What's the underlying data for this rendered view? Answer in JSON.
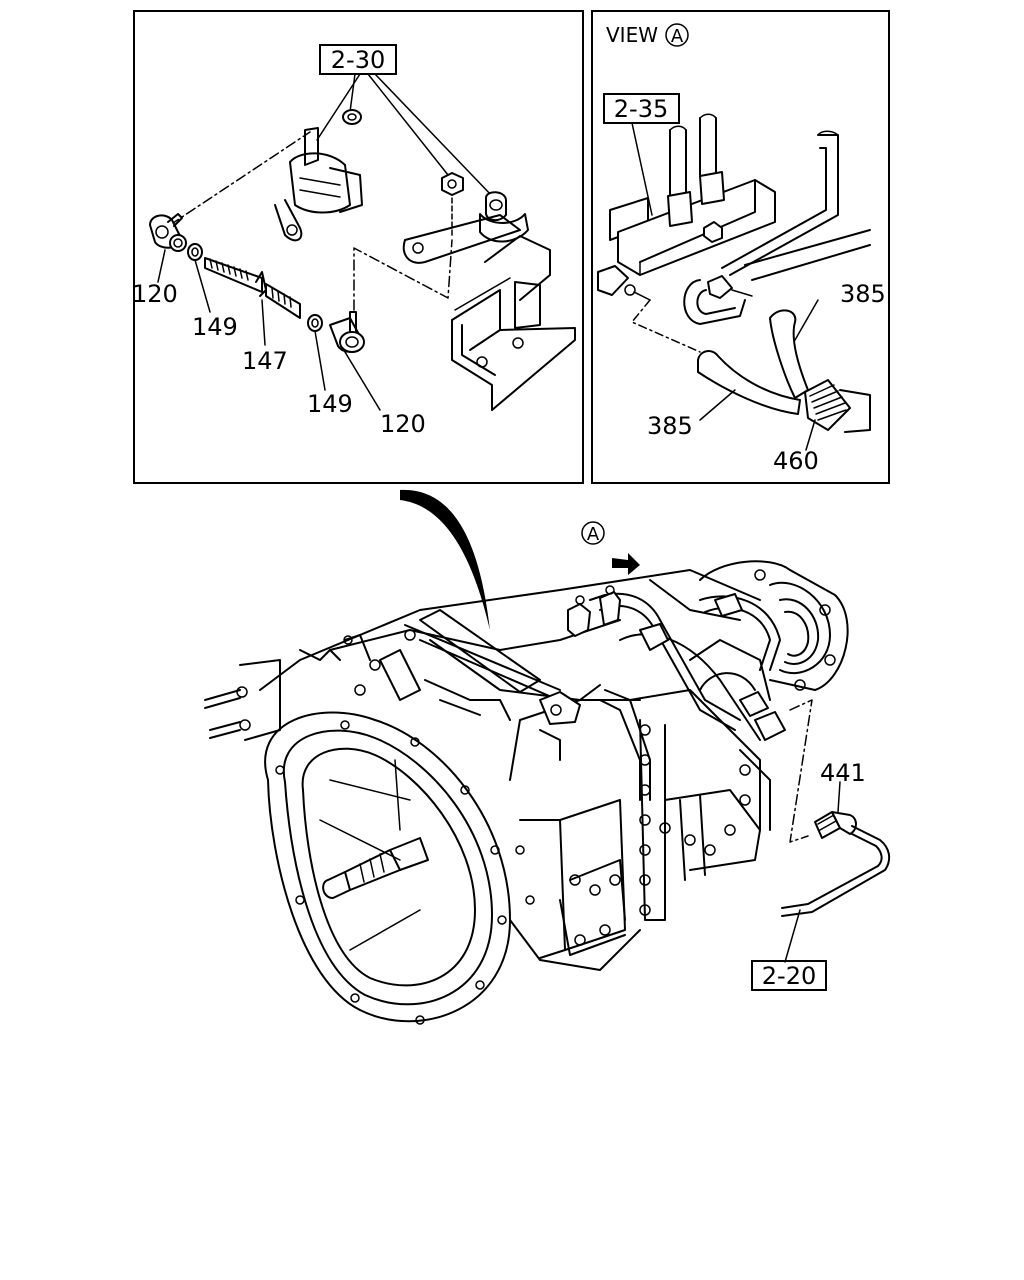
{
  "callouts": {
    "ref_2_30": "2-30",
    "ref_2_35": "2-35",
    "ref_2_20": "2-20",
    "view_label": "VIEW",
    "view_letter": "A",
    "arrow_letter": "A"
  },
  "parts": {
    "p120_left": "120",
    "p149_left": "149",
    "p147": "147",
    "p149_right": "149",
    "p120_right": "120",
    "p385_upper": "385",
    "p385_lower": "385",
    "p460": "460",
    "p441": "441"
  }
}
